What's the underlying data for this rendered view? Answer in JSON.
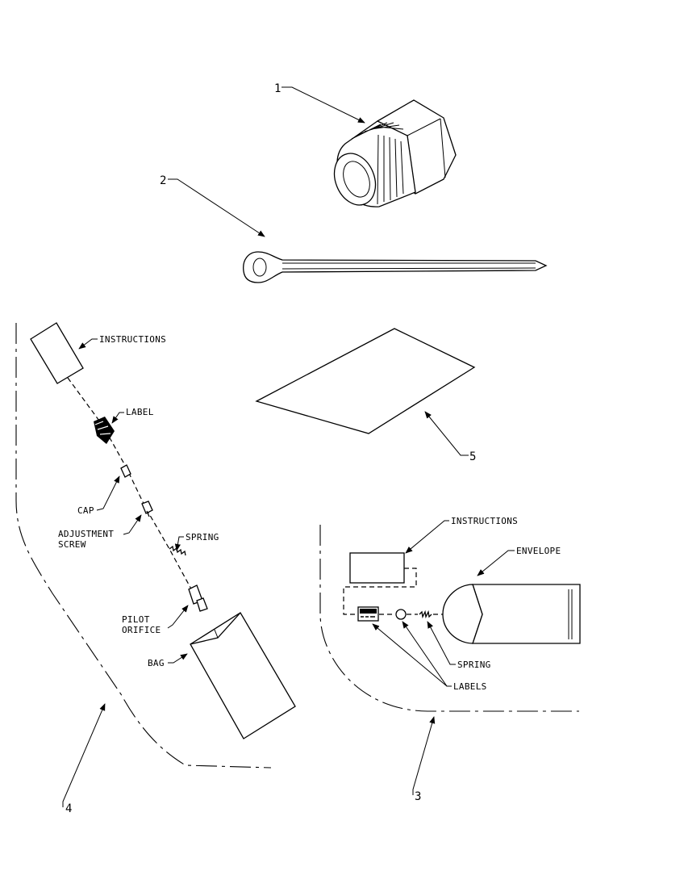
{
  "callouts": {
    "item1": "1",
    "item2": "2",
    "item3": "3",
    "item4": "4",
    "item5": "5"
  },
  "kit4_labels": {
    "instructions": "INSTRUCTIONS",
    "label": "LABEL",
    "cap": "CAP",
    "adjustment_line1": "ADJUSTMENT",
    "adjustment_line2": "SCREW",
    "spring": "SPRING",
    "pilot_line1": "PILOT",
    "pilot_line2": "ORIFICE",
    "bag": "BAG"
  },
  "kit3_labels": {
    "instructions": "INSTRUCTIONS",
    "envelope": "ENVELOPE",
    "spring": "SPRING",
    "labels": "LABELS"
  }
}
